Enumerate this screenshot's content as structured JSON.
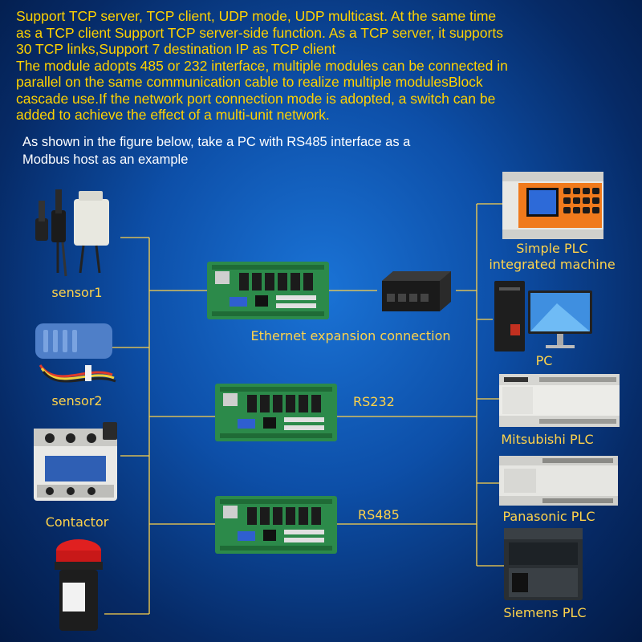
{
  "intro": {
    "lines": [
      "Support TCP server, TCP client, UDP mode, UDP multicast. At the same time",
      "as a TCP client Support TCP server-side function. As a TCP server, it supports",
      "30 TCP links,Support 7 destination IP as TCP client",
      "The module adopts 485 or 232 interface, multiple modules can be connected in",
      "parallel on the same communication cable to realize multiple modulesBlock",
      "cascade use.If the network port connection mode is adopted, a switch can be",
      "added to achieve the effect of a multi-unit network."
    ]
  },
  "note": {
    "line1": "As shown in the figure below, take a PC with RS485 interface as a",
    "line2": "Modbus host as an example"
  },
  "left_devices": {
    "sensor1": "sensor1",
    "sensor2": "sensor2",
    "contactor": "Contactor"
  },
  "middle": {
    "ethernet_label": "Ethernet expansion connection",
    "rs232_label": "RS232",
    "rs485_label": "RS485"
  },
  "right_devices": {
    "simple_plc_line1": "Simple PLC",
    "simple_plc_line2": "integrated machine",
    "pc": "PC",
    "mitsubishi": "Mitsubishi PLC",
    "panasonic": "Panasonic PLC",
    "siemens": "Siemens PLC"
  },
  "colors": {
    "text_yellow": "#ffd200",
    "label_yellow": "#ffd34a",
    "line": "#ffd34a"
  }
}
